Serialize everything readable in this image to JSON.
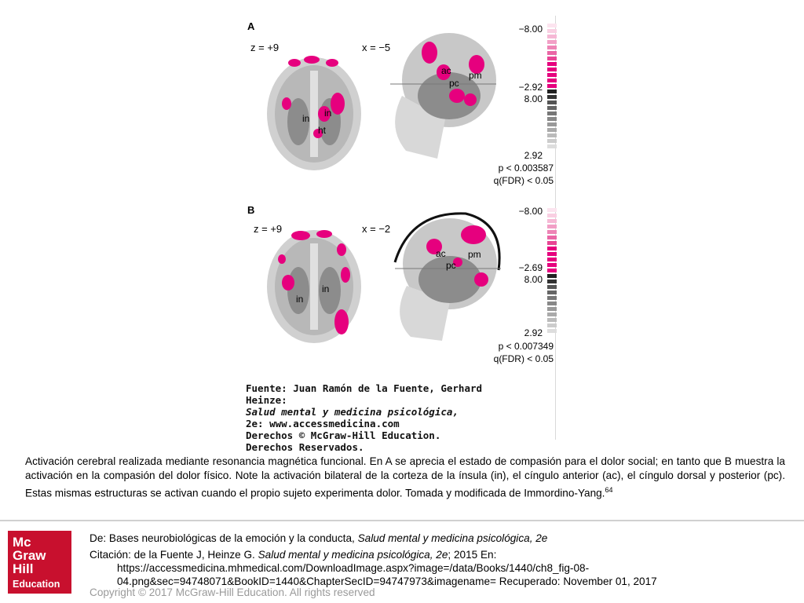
{
  "figure": {
    "panel_a": {
      "letter": "A",
      "axial_label": "z = +9",
      "sagittal_label": "x = −5",
      "axial_region_labels": [
        "in",
        "in",
        "ht"
      ],
      "sagittal_region_labels": [
        "ac",
        "pc",
        "pm"
      ],
      "scale_top": "−8.00",
      "scale_mid_neg": "−2.92",
      "scale_mid_pos": "8.00",
      "scale_bottom": "2.92",
      "p_value": "p < 0.003587",
      "q_value": "q(FDR) < 0.05"
    },
    "panel_b": {
      "letter": "B",
      "axial_label": "z = +9",
      "sagittal_label": "x = −2",
      "axial_region_labels": [
        "in",
        "in"
      ],
      "sagittal_region_labels": [
        "ac",
        "pc",
        "pm"
      ],
      "scale_top": "−8.00",
      "scale_mid_neg": "−2.69",
      "scale_mid_pos": "8.00",
      "scale_bottom": "2.92",
      "p_value": "p < 0.007349",
      "q_value": "q(FDR) < 0.05"
    },
    "source": {
      "line1": "Fuente: Juan Ramón de la Fuente, Gerhard Heinze:",
      "line2": "Salud mental y medicina psicológica,",
      "line3": "2e: www.accessmedicina.com",
      "line4": "Derechos © McGraw-Hill Education.",
      "line5": "Derechos Reservados."
    },
    "colors": {
      "activation": "#e6007e",
      "brain_light": "#c8c8c8",
      "brain_dark": "#8c8c8c"
    }
  },
  "caption": {
    "text": " Activación cerebral realizada mediante resonancia magnética funcional. En A se aprecia el estado de compasión para el dolor social; en tanto que B muestra la activación en la compasión del dolor físico. Note la activación bilateral de la corteza de la ínsula (in), el cíngulo anterior (ac), el cíngulo dorsal y posterior (pc). Estas mismas estructuras se activan cuando el propio sujeto experimenta dolor. Tomada y modificada de Immordino-Yang.",
    "ref": "64"
  },
  "logo": {
    "line1": "Mc",
    "line2": "Graw",
    "line3": "Hill",
    "line4": "Education"
  },
  "footer": {
    "de_prefix": "De: Bases neurobiológicas de la emoción y la conducta, ",
    "de_title": "Salud mental y medicina psicológica, 2e",
    "cite_prefix": "Citación: de la Fuente J, Heinze G",
    "cite_dot": ". ",
    "cite_title": "Salud mental y medicina psicológica, 2e",
    "cite_suffix": "; 2015 En:",
    "url_line1": "https://accessmedicina.mhmedical.com/DownloadImage.aspx?image=/data/Books/1440/ch8_fig-08-",
    "url_line2": "04.png&sec=94748071&BookID=1440&ChapterSecID=94747973&imagename= Recuperado: November 01, 2017",
    "copyright": "Copyright © 2017 McGraw-Hill Education. All rights reserved"
  }
}
